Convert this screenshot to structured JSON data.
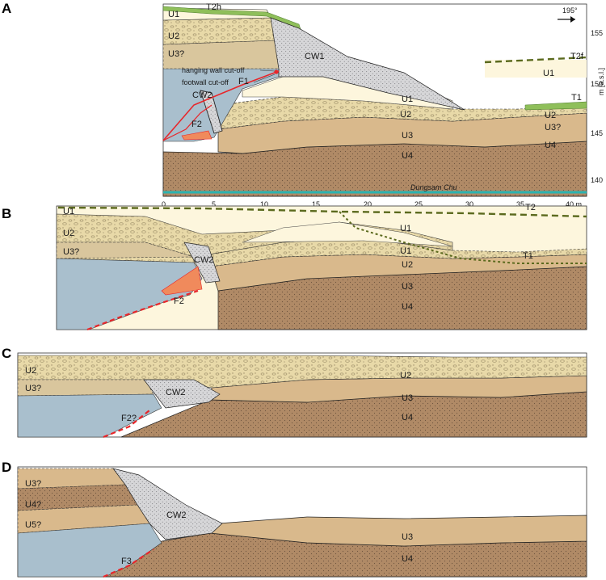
{
  "panels": {
    "A": {
      "label": "A",
      "units": [
        "U1",
        "U2",
        "U3?",
        "U1",
        "U1",
        "U2",
        "U3",
        "U4",
        "U2",
        "U3?",
        "U4"
      ],
      "terraces": [
        "T2h",
        "T2f",
        "T1"
      ],
      "colluvial_wedge_1": "CW1",
      "colluvial_wedge_2": "CW2",
      "faults": [
        "F1",
        "F2"
      ],
      "annotations": [
        "hanging wall cut-off",
        "footwall cut-off"
      ],
      "river": "Dungsam Chu",
      "bearing": "195°",
      "x_axis": {
        "ticks": [
          "0",
          "5",
          "10",
          "15",
          "20",
          "25",
          "30",
          "35",
          "40 m"
        ]
      },
      "y_axis": {
        "label": "m [a.s.l.]",
        "ticks": [
          "155",
          "150",
          "145",
          "140"
        ]
      }
    },
    "B": {
      "label": "B",
      "units": [
        "U1",
        "U2",
        "U3?",
        "U1",
        "U1",
        "U2",
        "U3",
        "U4"
      ],
      "terraces": [
        "T2",
        "T1"
      ],
      "colluvial_wedge": "CW2",
      "fault": "F2"
    },
    "C": {
      "label": "C",
      "units": [
        "U2",
        "U3?",
        "U2",
        "U3",
        "U4"
      ],
      "colluvial_wedge": "CW2",
      "fault": "F2?"
    },
    "D": {
      "label": "D",
      "units": [
        "U3?",
        "U4?",
        "U5?",
        "U3",
        "U4"
      ],
      "colluvial_wedge": "CW2",
      "fault": "F3"
    }
  },
  "colors": {
    "u1": "#fdf6dd",
    "u2": "#e8d9a8",
    "u3": "#d9b98c",
    "u4": "#b08a66",
    "hanging_wall": "#a9bfcd",
    "colluvial_wedge": "#d6d6d8",
    "vegetation": "#8fbf5a",
    "fault": "#e8262a",
    "terrace_dash": "#5b6a1e",
    "river": "#2bb3b0"
  }
}
